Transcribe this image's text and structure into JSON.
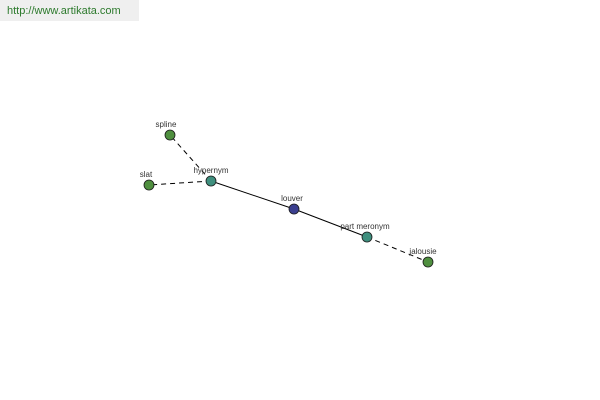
{
  "header": {
    "url": "http://www.artikata.com"
  },
  "graph": {
    "nodes": [
      {
        "id": "louver",
        "label": "louver",
        "color": "#3b3f8f"
      },
      {
        "id": "hypernym",
        "label": "hypernym",
        "color": "#3f8f7e"
      },
      {
        "id": "part-meronym",
        "label": "part meronym",
        "color": "#3f8f7e"
      },
      {
        "id": "spline",
        "label": "spline",
        "color": "#4f8f3f"
      },
      {
        "id": "slat",
        "label": "slat",
        "color": "#4f8f3f"
      },
      {
        "id": "jalousie",
        "label": "jalousie",
        "color": "#4f8f3f"
      }
    ],
    "edges": [
      {
        "from": "louver",
        "to": "hypernym",
        "style": "solid"
      },
      {
        "from": "louver",
        "to": "part-meronym",
        "style": "solid"
      },
      {
        "from": "hypernym",
        "to": "spline",
        "style": "dashed"
      },
      {
        "from": "hypernym",
        "to": "slat",
        "style": "dashed"
      },
      {
        "from": "part-meronym",
        "to": "jalousie",
        "style": "dashed"
      }
    ]
  }
}
